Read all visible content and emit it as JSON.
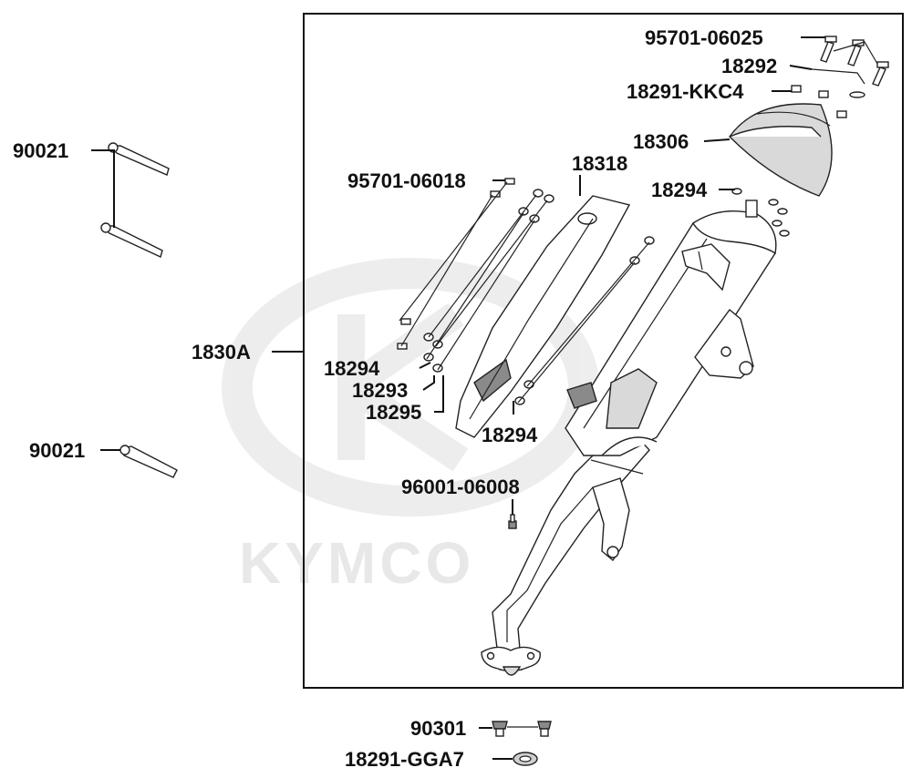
{
  "watermark": {
    "text": "KYMCO"
  },
  "labels": {
    "p95701_06025": "95701-06025",
    "p18292": "18292",
    "p18291_kkc4": "18291-KKC4",
    "p18306": "18306",
    "p18294_top": "18294",
    "p18318": "18318",
    "p95701_06018": "95701-06018",
    "p90021_top": "90021",
    "p1830a": "1830A",
    "p18294_left": "18294",
    "p18293": "18293",
    "p18295": "18295",
    "p18294_bottom": "18294",
    "p90021_mid": "90021",
    "p96001_06008": "96001-06008",
    "p90301": "90301",
    "p18291_gga7": "18291-GGA7"
  }
}
